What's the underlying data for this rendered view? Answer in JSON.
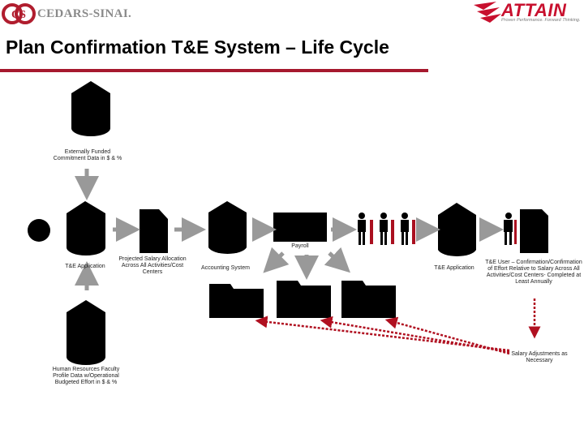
{
  "header": {
    "logo_left_mark": "CS",
    "logo_left_text": "CEDARS-SINAI.",
    "logo_right_text": "ATTAIN",
    "logo_right_tagline": "Proven Performance. Forward Thinking."
  },
  "title": "Plan Confirmation T&E System – Life Cycle",
  "colors": {
    "accent": "#a6192e",
    "connector": "#999999",
    "dashed": "#b01020"
  },
  "labels": {
    "top_db": "Externally Funded\nCommitment Data in $ & %",
    "te_app_left": "T&E Application",
    "projected": "Projected Salary Allocation\nAcross All Activities/Cost\nCenters",
    "accounting": "Accounting System",
    "payroll": "Payroll",
    "te_app_right": "T&E Application",
    "te_user": "T&E User – Confirmation/Confirmation\nof Effort Relative to Salary Across All\nActivities/Cost Centers- Completed at\nLeast Annually",
    "salary_adj": "Salary Adjustments as\nNecessary",
    "hr": "Human Resources Faculty\nProfile Data w/Operational\nBudgeted Effort in $ & %"
  }
}
